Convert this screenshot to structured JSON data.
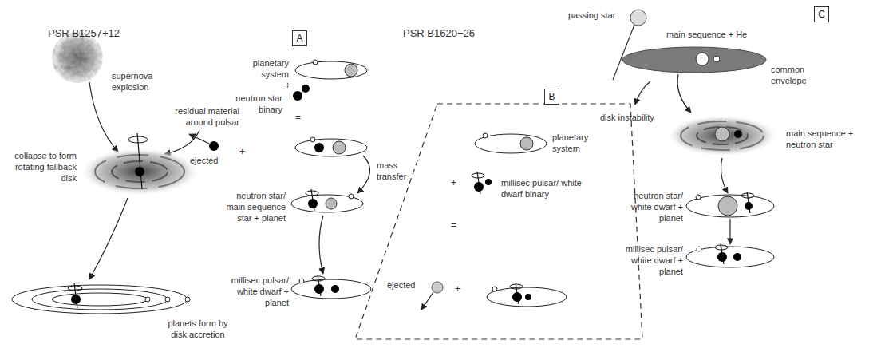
{
  "diagram": {
    "nodes": [
      {
        "text": [
          "A"
        ]
      },
      {
        "text": [
          "B"
        ]
      },
      {
        "text": [
          "C"
        ]
      }
    ],
    "labels": [
      "PSR B1257+12",
      "supernova explosion",
      "residual material around pulsar",
      "collapse to form rotating fallback disk",
      "planets form by disk accretion",
      "planetary system",
      "+",
      "neutron star binary",
      "=",
      "ejected",
      "+",
      "mass transfer",
      "neutron star/ main sequence star + planet",
      "millisec pulsar/ white dwarf + planet",
      "PSR B1620−26",
      "planetary system",
      "+",
      "millisec pulsar/ white dwarf binary",
      "=",
      "ejected",
      "+",
      "passing star",
      "main sequence + He",
      "common envelope",
      "disk instability",
      "main sequence + neutron star",
      "neutron star/ white dwarf + planet",
      "millisec pulsar/ white dwarf + planet"
    ]
  }
}
